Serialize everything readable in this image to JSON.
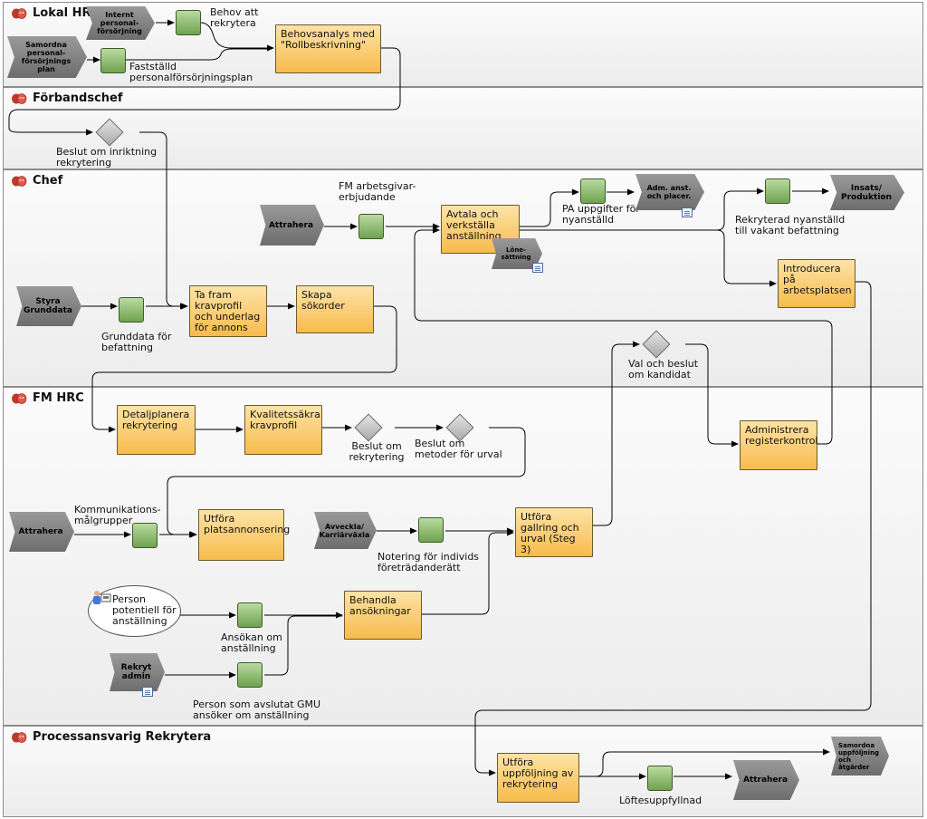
{
  "lanes": {
    "lokal_hr": "Lokal HR",
    "forbandschef": "Förbandschef",
    "chef": "Chef",
    "fm_hrc": "FM HRC",
    "processansvarig": "Processansvarig Rekrytera"
  },
  "processes": {
    "internt_personalforsorjning": "Internt personal-försörjning",
    "samordna_personalforsorjningsplan": "Samordna personal-försörjnings plan",
    "attrahera_chef": "Attrahera",
    "styra_grunddata": "Styra Grunddata",
    "adm_anst_placer": "Adm. anst. och placer.",
    "insats_produktion": "Insats/ Produktion",
    "lonesattning": "Löne-sättning",
    "attrahera_hrc": "Attrahera",
    "avveckla_karriarvaxla": "Avveckla/ Karriärväxla",
    "rekryt_admin": "Rekryt admin",
    "samordna_uppfoljning": "Samordna uppföljning och åtgärder",
    "attrahera_pa": "Attrahera"
  },
  "activities": {
    "behovsanalys": "Behovsanalys med \"Rollbeskrivning\"",
    "ta_fram_kravprofil": "Ta fram kravprofil och underlag för annons",
    "skapa_sokorder": "Skapa sökorder",
    "avtala_verkstalla": "Avtala och verkställa anställning",
    "introducera": "Introducera på arbetsplatsen",
    "detaljplanera": "Detaljplanera rekrytering",
    "kvalitetssakra": "Kvalitetssäkra kravprofil",
    "administrera_registerkontrol": "Administrera registerkontrol",
    "utfora_platsannonsering": "Utföra platsannonsering",
    "utfora_gallring": "Utföra gallring och urval (Steg 3)",
    "behandla_ansokningar": "Behandla ansökningar",
    "utfora_uppfoljning": "Utföra uppföljning av rekrytering"
  },
  "events": {
    "behov_att_rekrytera": "Behov att rekrytera",
    "faststalld_plan": "Fastställd personalförsörjningsplan",
    "fm_arbetsgivarerbjudande": "FM arbetsgivar- erbjudande",
    "pa_uppgifter": "PA uppgifter för nyanställd",
    "rekryterad_nyanstalld": "Rekryterad nyanställd till vakant befattning",
    "grunddata_for_befattning": "Grunddata för befattning",
    "kommunikationsmalgrupper": "Kommunikations-målgrupper",
    "notering_individs": "Notering för individs företrädanderätt",
    "ansokan_om_anstallning": "Ansökan om anställning",
    "person_avslutat_gmu": "Person som avslutat GMU ansöker om anställning",
    "loftesuppfyllnad": "Löftesuppfyllnad"
  },
  "gateways": {
    "beslut_inriktning": "Beslut om inriktning rekrytering",
    "val_och_beslut": "Val och beslut om kandidat",
    "beslut_om_rekrytering": "Beslut om rekrytering",
    "beslut_om_metoder": "Beslut om metoder för urval"
  },
  "actors": {
    "person_potentiell": "Person potentiell för anställning"
  },
  "colors": {
    "activity": "#f7bb4c",
    "event": "#6fa24e",
    "process": "#7f7f7f",
    "gateway": "#b5b5b5",
    "lane_border": "#8c8c8c"
  }
}
